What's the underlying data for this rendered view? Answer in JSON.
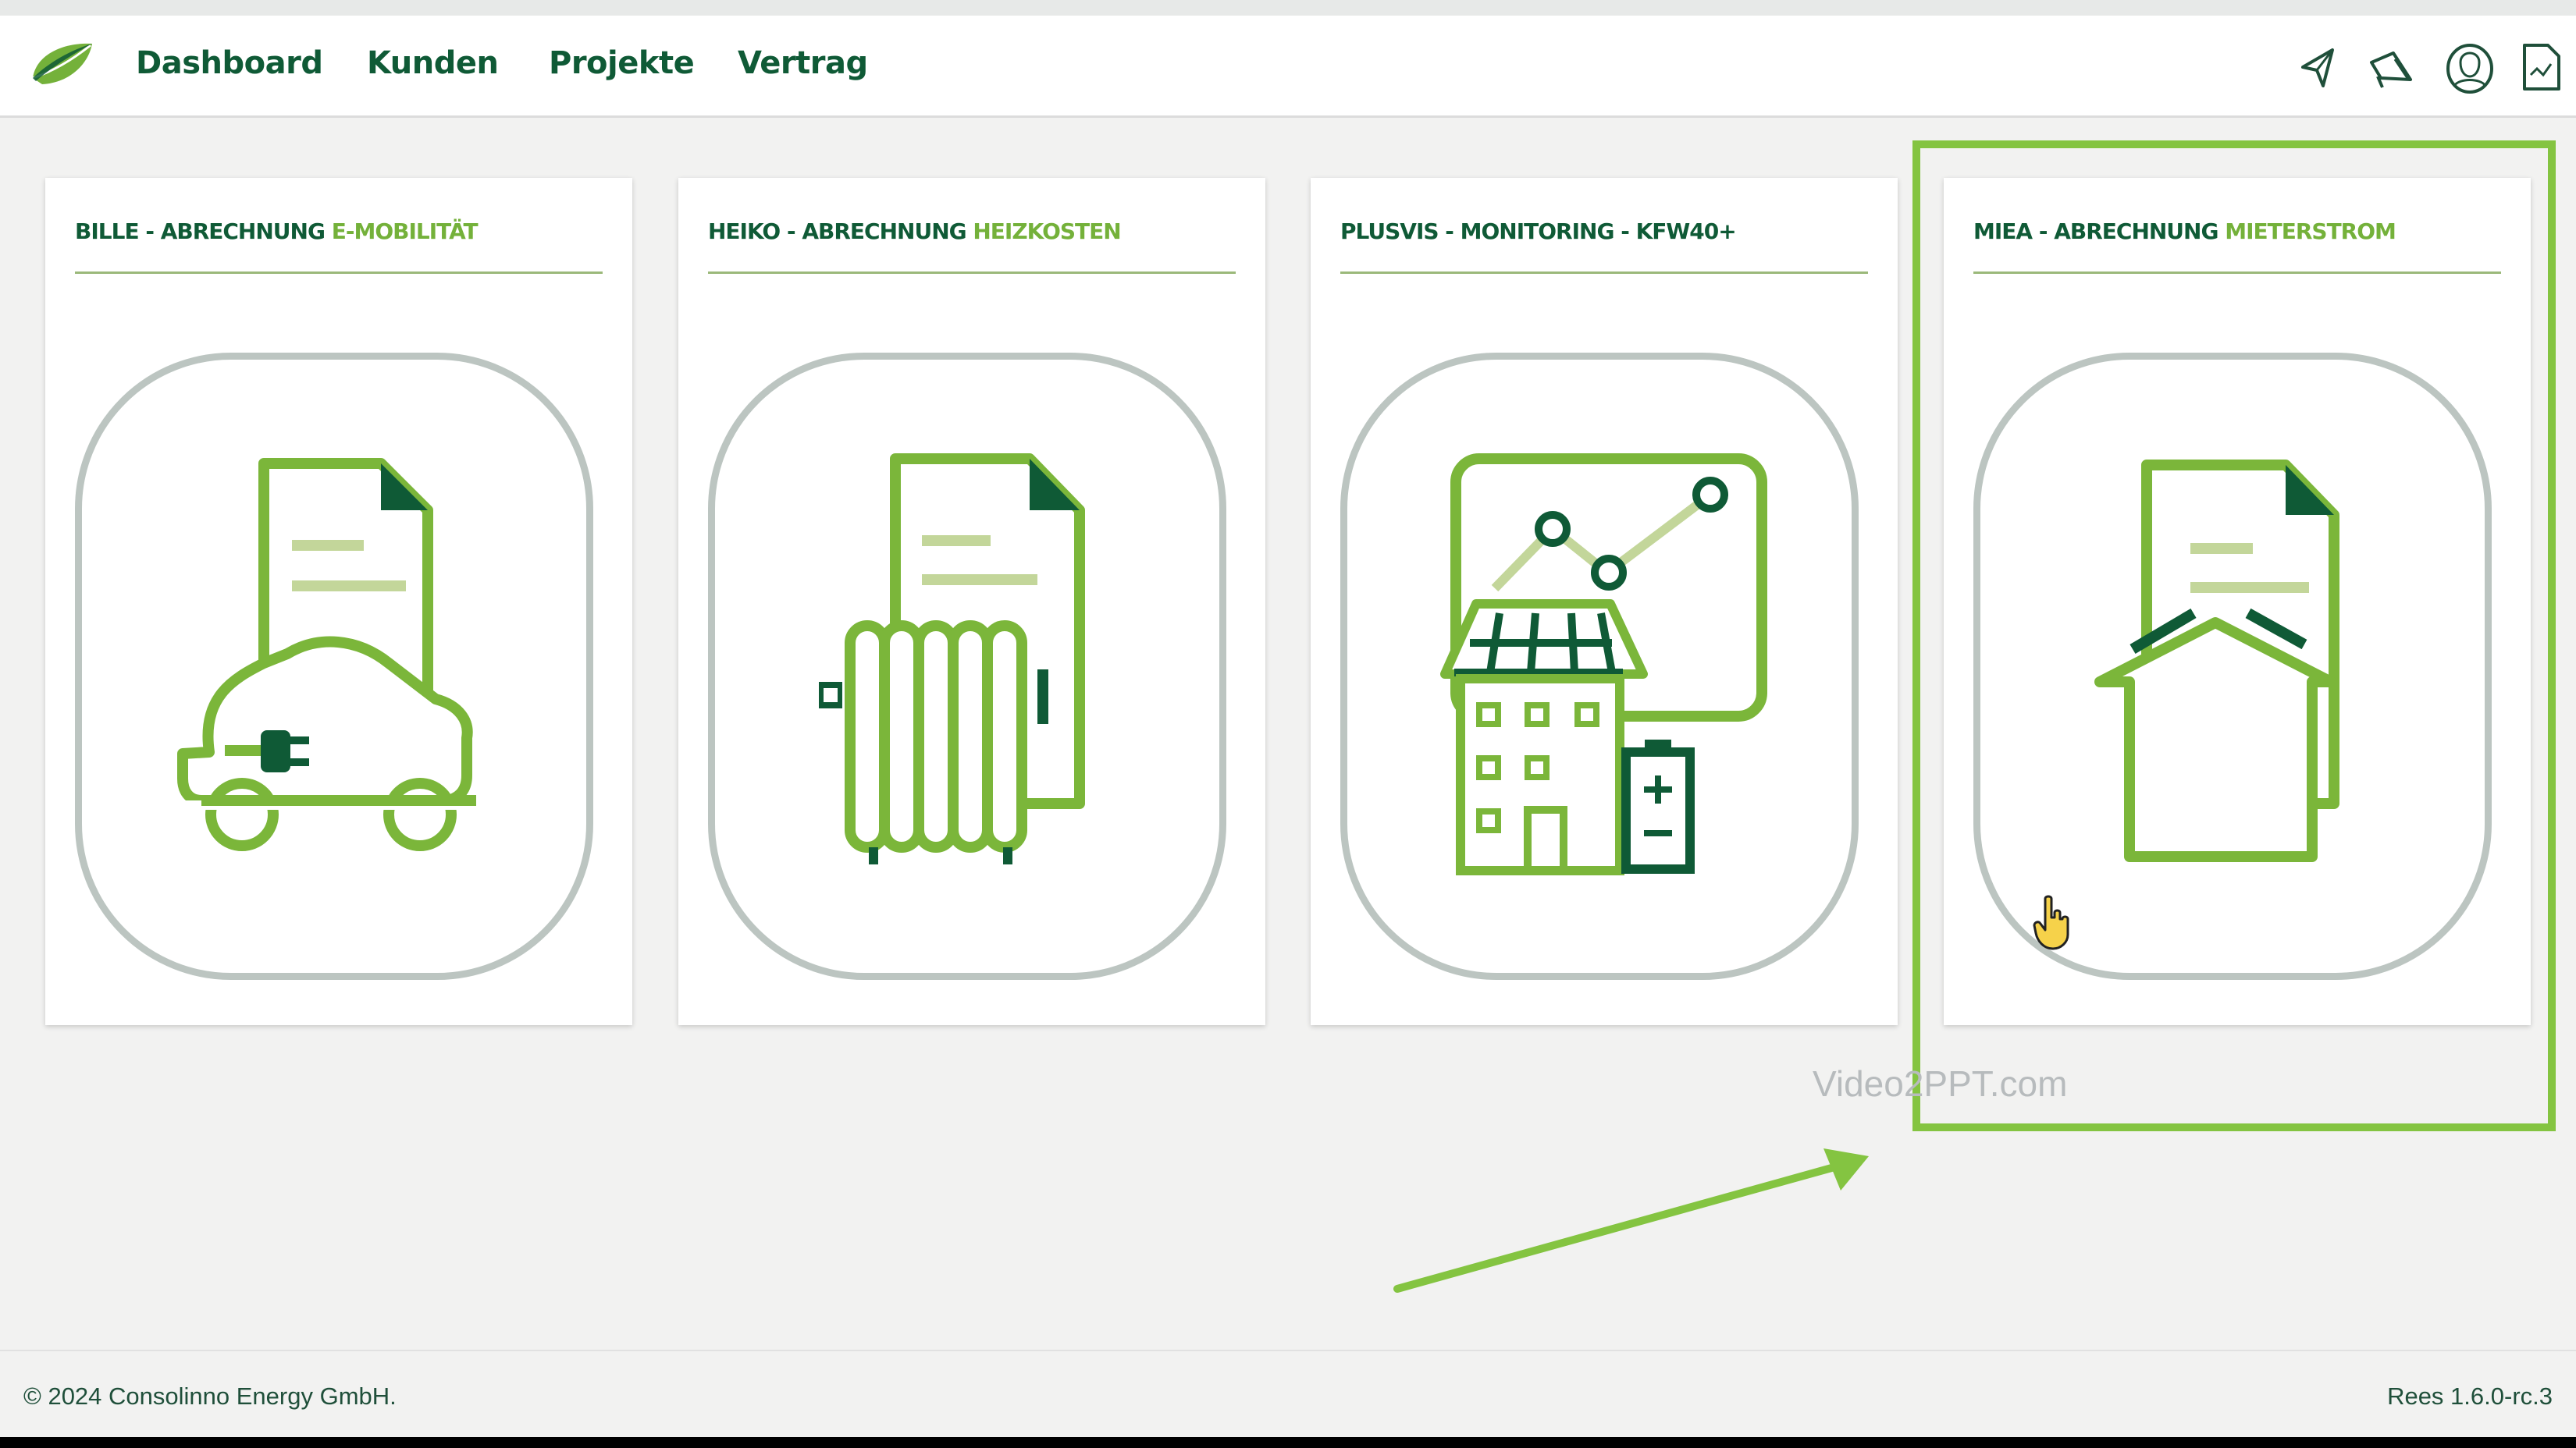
{
  "nav": {
    "links": [
      "Dashboard",
      "Kunden",
      "Projekte",
      "Vertrag"
    ],
    "icons": [
      "feedback-icon",
      "announcement-icon",
      "user-account-icon",
      "document-icon"
    ]
  },
  "cards": [
    {
      "title_part1": "BILLE - ABRECHNUNG ",
      "title_part2": "E-MOBILITÄT",
      "icon": "ev-charging-icon"
    },
    {
      "title_part1": "HEIKO - ABRECHNUNG ",
      "title_part2": "HEIZKOSTEN",
      "icon": "radiator-icon"
    },
    {
      "title_part1": "PLUSVIS - MONITORING - KFW40+",
      "title_part2": "",
      "icon": "building-monitoring-icon"
    },
    {
      "title_part1": "MIEA - ABRECHNUNG ",
      "title_part2": "MIETERSTROM",
      "icon": "house-document-icon"
    }
  ],
  "watermark": "Video2PPT.com",
  "footer": {
    "copyright": "© 2024 Consolinno Energy GmbH.",
    "version": "Rees 1.6.0-rc.3"
  },
  "colors": {
    "brand_dark": "#0f5a36",
    "brand_light": "#74b13a",
    "icon_green": "#7bb63a",
    "highlight": "#84c441"
  }
}
